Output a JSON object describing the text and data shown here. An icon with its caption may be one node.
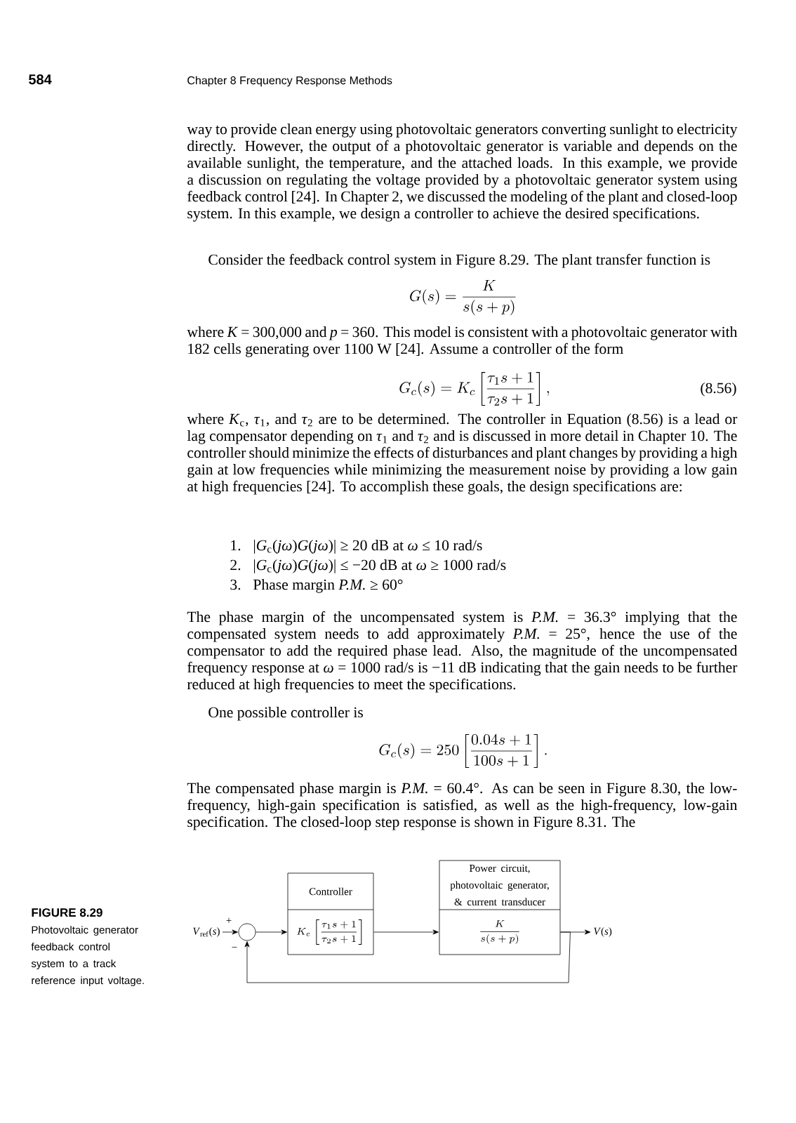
{
  "diagram": {
    "title": "FIGURE 8.29",
    "caption": "Photovoltaic generator feedback control system to a track reference input voltage.",
    "nodes": [
      {
        "text": [
          "*V*$_{ref}$(*s*)"
        ]
      },
      {
        "text": [],
        "shape": "circle",
        "beside": [
          "+",
          "−"
        ]
      },
      {
        "text": [
          "Controller",
          "K_c\\left[\\frac{\\tau_1 s+1}{\\tau_2 s+1}\\right]"
        ]
      },
      {
        "text": [
          "Power circuit, photovoltaic generator, & current transducer",
          "\\frac{K}{s(s+p)}"
        ]
      },
      {
        "text": [
          "*V*(*s*)"
        ]
      }
    ],
    "edges": [
      {
        "from": 0,
        "to": 1,
        "arrow": "to"
      },
      {
        "from": 1,
        "to": 2,
        "arrow": "to"
      },
      {
        "from": 2,
        "to": 3,
        "arrow": "to"
      },
      {
        "from": 3,
        "to": 4,
        "arrow": "to"
      },
      {
        "from": 3,
        "to": 1,
        "arrow": "to"
      }
    ],
    "labels": [
      "584",
      "Chapter 8 Frequency Response Methods",
      "way to provide clean energy using photovoltaic generators converting sunlight to electricity directly. However, the output of a photovoltaic generator is variable and depends on the available sunlight, the temperature, and the attached loads. In this example, we provide a discussion on regulating the voltage provided by a photovoltaic generator system using feedback control [24]. In Chapter 2, we discussed the modeling of the plant and closed-loop system. In this example, we design a controller to achieve the desired specifications.",
      "Consider the feedback control system in Figure 8.29. The plant transfer function is",
      "G(s) = \\frac{K}{s(s+p)}",
      "where *K* = 300,000 and *p* = 360. This model is consistent with a photovoltaic generator with 182 cells generating over 1100 W [24]. Assume a controller of the form",
      "G_c(s) = K_c\\left[\\frac{\\tau_1 s+1}{\\tau_2 s+1}\\right],",
      "(8.56)",
      "where *K*$_{c}$, *τ*$_{1}$, and *τ*$_{2}$ are to be determined. The controller in Equation (8.56) is a lead or lag compensator depending on *τ*$_{1}$ and *τ*$_{2}$ and is discussed in more detail in Chapter 10. The controller should minimize the effects of disturbances and plant changes by providing a high gain at low frequencies while minimizing the measurement noise by providing a low gain at high frequencies [24]. To accomplish these goals, the design specifications are:",
      "1.",
      "|*G*$_{c}$(*jω*)*G*(*jω*)| ≥ 20 dB at *ω* ≤ 10 rad/s",
      "2.",
      "|*G*$_{c}$(*jω*)*G*(*jω*)| ≤ −20 dB at *ω* ≥ 1000 rad/s",
      "3.",
      "Phase margin *P.M.* ≥ 60°",
      "The phase margin of the uncompensated system is *P.M.* = 36.3° implying that the compensated system needs to add approximately *P.M.* = 25°, hence the use of the compensator to add the required phase lead. Also, the magnitude of the uncompensated frequency response at *ω* = 1000 rad/s is −11 dB indicating that the gain needs to be further reduced at high frequencies to meet the specifications.",
      "One possible controller is",
      "G_c(s) = 250\\left[\\frac{0.04s+1}{100s+1}\\right].",
      "The compensated phase margin is *P.M.* = 60.4°. As can be seen in Figure 8.30, the low-frequency, high-gain specification is satisfied, as well as the high-frequency, low-gain specification. The closed-loop step response is shown in Figure 8.31. The"
    ]
  }
}
